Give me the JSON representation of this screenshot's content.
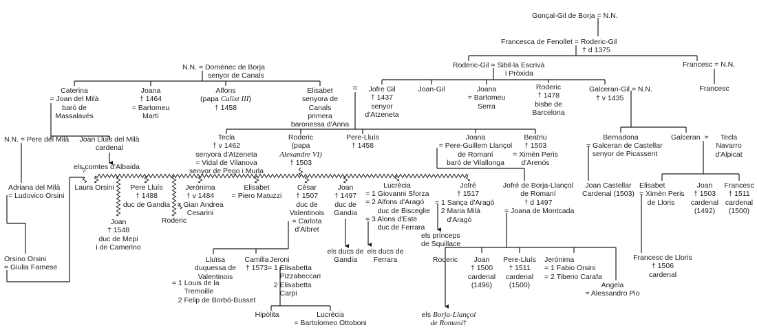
{
  "title": "Borja family tree",
  "people": {
    "goncal": "Gonçal-Gil de Borja = N.N.",
    "roderic_gil_1": "Francesca de Fenollet = Roderic-Gil",
    "roderic_gil_1_death": "† d 1375",
    "roderic_gil_2": "Roderic-Gil = Sibil·la Escrivà",
    "roderic_gil_2_b": "i Pròxida",
    "francesc_nn": "Francesc = N.N.",
    "francesc_child": "Francesc",
    "jofre_gil": "Jofre Gil\n† 1437\nsenyor\nd'Atzeneta",
    "joan_gil": "Joan-Gil",
    "joana_serra": "Joana\n= Bartomeu\nSerra",
    "roderic_bisbe": "Roderic\n† 1478\nbisbe de\nBarcelona",
    "galceran_gil": "Galceran-Gil = N.N.",
    "galceran_gil_death": "† v 1435",
    "spouse_mark": "=",
    "domenec": "N.N. = Domènec de Borja",
    "domenec_b": "senyor de Canals",
    "caterina": "Caterina\n= Joan del Milà\nbaró de\nMassalavés",
    "joana_marti": "Joana\n† 1464\n= Bartomeu\nMartí",
    "alfons_name": "Alfons",
    "alfons_papa_pre": "(papa ",
    "alfons_papa_name": "Calixt III",
    "alfons_papa_post": ")",
    "alfons_death": "† 1458",
    "elisabet_canals": "Elisabet\nsenyora de\nCanals\nprimera\nbaronessa d'Anna",
    "pere_mila": "N.N. = Pere del Milà",
    "joan_lluis_mila": "Joan Lluís del Milà\ncardenal",
    "comtes_albaida": "els comtes d'Albaida",
    "adriana": "Adriana del Milà\n= Ludovico Orsini",
    "orsino": "Orsino Orsini\n= Giulia Farnese",
    "tecla_atzeneta": "Tecla\n† v 1462\nsenyora d'Atzeneta\n= Vidal de Vilanova\nsenyor de Pego i Murla",
    "roderic_papa_name": "Roderic",
    "roderic_papa_pre": "(papa",
    "roderic_papa_title": "Alexandre VI)",
    "roderic_papa_death": "† 1503",
    "pere_lluis_1458": "Pere-Lluís\n† 1458",
    "joana_llancol": "Joana\n= Pere-Guillem Llançol\nde Romaní\nbaró de Vilallonga",
    "beatriu": "Beatriu\n† 1503\n= Ximèn Peris\nd'Arenós",
    "question": "?",
    "laura": "Laura Orsini",
    "joan_1548": "Joan\n† 1548\nduc de Mepi\ni de Camerino",
    "pere_lluis_1488": "Pere Lluís\n† 1488\nduc de Gandia",
    "roderic_child": "Roderic",
    "jeronima_1484": "Jerònima\n† v 1484\n= Gian Andrea\nCesarini",
    "elisabet_matuzzi": "Elisabet\n= Piero Matuzzi",
    "cesar": "Cèsar\n† 1507\nduc de\nValentinois\n= Carlota\nd'Albret",
    "joan_1497": "Joan\n† 1497\nduc de\nGandia",
    "ducs_gandia": "els ducs de\nGandia",
    "lucrecia_name": "Lucrècia",
    "lucrecia_marriages": "= 1 Giovanni Sforza\n= 2 Alfons d'Aragó\n      duc de Bisceglie\n= 3 Alons d'Este\n      duc de Ferrara",
    "ducs_ferrara": "els ducs de\nFerrara",
    "jofre_1517": "Jofré\n† 1517",
    "jofre_marriages": "= 1 Sança d'Aragó\n   2 Maria Milà\n      d'Aragó",
    "princeps_squillace": "els prínceps\nde Squillace",
    "jofre_llancol": "Jofré de Borja-Llançol\nde Romaní\n† d 1497",
    "jofre_llancol_spouse": "= Joana de Montcada",
    "lluisa": "Lluïsa\nduquessa de\nValentinois",
    "lluisa_marriages": "= 1 Louis de la\n      Tremoille\n   2 Felip de Borbó-Busset",
    "camilla": "Camilla\n† 1573",
    "jeroni": "Jeroni",
    "jeroni_marriages": "= 1 Elisabetta\n      Pizzabeccari\n   2 Elisabetta\n      Carpi",
    "hipolita": "Hipòlita",
    "lucrecia_ottoboni": "Lucrècia\n= Bartolomeo Ottoboni",
    "roderic_llancol": "Roderic",
    "borja_llancol_pre": "els ",
    "borja_llancol_1": "Borja-Llançol",
    "borja_llancol_2": "de Romaní",
    "borja_llancol_dagger": "†",
    "joan_1500": "Joan\n† 1500\ncardenal\n(1496)",
    "pere_lluis_1511": "Pere-Lluís\n† 1511\ncardenal\n(1500)",
    "jeronima_orsini": "Jerònima\n= 1 Fabio Orsini\n= 2 Tiberio Carafa",
    "angela": "Angela\n= Alessandro Pio",
    "bernadona": "Bernadona",
    "bernadona_spouse": "= Galceran de Castellar\n   senyor de Picassent",
    "galceran_tecla": "Galceran  =",
    "tecla_navarro": "Tecla\nNavarro\nd'Alpicat",
    "joan_castellar": "Joan Castellar\nCardenal (1503)",
    "elisabet_lloris": "Elisabet\n= Ximèn Peris\n    de Lloris",
    "joan_1503": "Joan\n† 1503\ncardenal\n(1492)",
    "francesc_1511": "Francesc\n† 1511\ncardenal\n(1500)",
    "francesc_lloris": "Francesc de Lloris\n† 1506\ncardenal"
  }
}
